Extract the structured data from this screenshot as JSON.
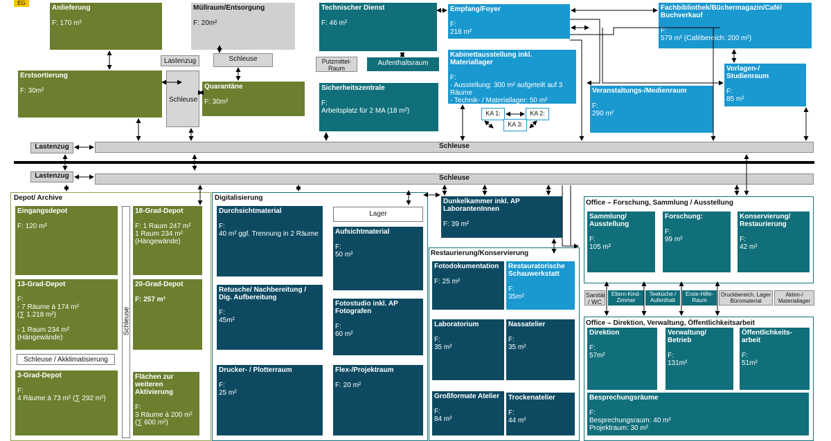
{
  "floor_label": "EG",
  "rooms": {
    "anlieferung": {
      "title": "Anlieferung",
      "text": "F: 170 m²"
    },
    "muellraum": {
      "title": "Müllraum/Entsorgung",
      "text": "F: 20m²"
    },
    "lastenzug_top": {
      "title": "Lastenzug"
    },
    "schleuse_top": {
      "title": "Schleuse"
    },
    "erstsortierung": {
      "title": "Erstsortierung",
      "text": "F: 30m²"
    },
    "schleuse_mid": {
      "title": "Schleuse"
    },
    "quarantaene": {
      "title": "Quarantäne",
      "text": "F: 30m²"
    },
    "technischer_dienst": {
      "title": "Technischer Dienst",
      "text": "F: 46 m²"
    },
    "putzmittel": {
      "title": "Putzmittel-\nRaum"
    },
    "aufenthaltsraum": {
      "title": "Aufenthaltsraum"
    },
    "sicherheitszentrale": {
      "title": "Sicherheitszentrale",
      "text": "F:\nArbeitsplatz für 2 MA (18 m²)"
    },
    "empfang": {
      "title": "Empfang/Foyer",
      "text": "F:\n218 m²"
    },
    "kabinett": {
      "title": "Kabinettausstellung inkl. Materiallager",
      "text": "F:\n- Ausstellung: 300 m² aufgeteilt auf 3 Räume\n- Technik- / Materiallager: 50 m²"
    },
    "ka1": {
      "title": "KA 1:"
    },
    "ka2": {
      "title": "KA 2:"
    },
    "ka3": {
      "title": "KA 3:"
    },
    "fachbibliothek": {
      "title": "Fachbibliothek/Büchermagazin/Café/ Buchverkauf",
      "text": "F:\n579 m² (Cafébereich: 200 m²)"
    },
    "veranstaltung": {
      "title": "Veranstaltungs-/Medienraum",
      "text": "F:\n290 m²"
    },
    "vorlagen": {
      "title": "Vorlagen-/ Studienraum",
      "text": "F:\n85 m²"
    },
    "lastenzug_1": {
      "title": "Lastenzug"
    },
    "schleuse_bar_1": {
      "title": "Schleuse"
    },
    "lastenzug_2": {
      "title": "Lastenzug"
    },
    "schleuse_bar_2": {
      "title": "Schleuse"
    },
    "depot_frame": {
      "title": "Depot/ Archive"
    },
    "eingangsdepot": {
      "title": "Eingangsdepot",
      "text": "F: 120 m²"
    },
    "depot18": {
      "title": "18-Grad-Depot",
      "text": "F: 1 Raum 247 m²\n    1 Raum 234 m²\n(Hängewände)"
    },
    "depot13": {
      "title": "13-Grad-Depot",
      "text": "F:\n- 7 Räume á 174 m²\n(∑ 1.218 m²)\n\n- 1 Raum 234 m²\n(Hängewände)"
    },
    "depot20": {
      "title": "20-Grad-Depot",
      "text": "F: 257 m²"
    },
    "schleuse_akklim": {
      "title": "Schleuse / Akklimatisierung"
    },
    "schleuse_vert": {
      "title": "Schleuse"
    },
    "depot3": {
      "title": "3-Grad-Depot",
      "text": "F:\n4 Räume á 73 m² (∑ 292 m²)"
    },
    "flaechen": {
      "title": "Flächen zur weiteren Aktivierung",
      "text": "F:\n3 Räume á 200 m²\n(∑ 600 m²)"
    },
    "digital_frame": {
      "title": "Digitalisierung"
    },
    "durchsicht": {
      "title": "Durchsichtmaterial",
      "text": "F:\n40 m² ggf. Trennung in 2 Räume"
    },
    "lager": {
      "title": "Lager"
    },
    "aufsicht": {
      "title": "Aufsichtmaterial",
      "text": "F:\n50 m²"
    },
    "retusche": {
      "title": "Retusche/ Nachbereitung / Dig. Aufbereitung",
      "text": "F:\n45m²"
    },
    "fotostudio": {
      "title": "Fotostudio inkl. AP Fotografen",
      "text": "F:\n60 m²"
    },
    "drucker": {
      "title": "Drucker- / Plotterraum",
      "text": "F:\n25 m²"
    },
    "flex": {
      "title": "Flex-/Projektraum",
      "text": "F: 20 m²"
    },
    "dunkelkammer": {
      "title": "Dunkelkammer inkl. AP LaborantenInnen",
      "text": "F: 39 m²"
    },
    "restaurierung_frame": {
      "title": "Restaurierung/Konservierung"
    },
    "fotodoku": {
      "title": "Fotodokumentation",
      "text": "F: 25 m²"
    },
    "schauwerkstatt": {
      "title": "Restauratorische Schauwerkstatt",
      "text": "F:\n35m²"
    },
    "laboratorium": {
      "title": "Laboratorium",
      "text": "F:\n35 m²"
    },
    "nassatelier": {
      "title": "Nassatelier",
      "text": "F:\n35 m²"
    },
    "grossformate": {
      "title": "Großformate Atelier",
      "text": "F:\n84 m²"
    },
    "trockenatelier": {
      "title": "Trockenatelier",
      "text": "F:\n44 m²"
    },
    "office1_frame": {
      "title": "Office – Forschung, Sammlung / Ausstellung"
    },
    "sammlung": {
      "title": "Sammlung/ Ausstellung",
      "text": "F:\n105 m²"
    },
    "forschung": {
      "title": "Forschung:",
      "text": "F:\n99 m²"
    },
    "konservierung": {
      "title": "Konservierung/ Restaurierung",
      "text": "F:\n42 m²"
    },
    "sanitaer": {
      "title": "Sanitär / WC"
    },
    "eltern": {
      "title": "Eltern-Kind-Zimmer"
    },
    "teekueche": {
      "title": "Teeküche / Aufenthalt"
    },
    "ersthilfe": {
      "title": "Erste-Hilfe-Raum"
    },
    "druckbereich": {
      "title": "Druckbereich, Lager Büromaterial"
    },
    "akten": {
      "title": "Akten-/ Materiallager"
    },
    "office2_frame": {
      "title": "Office – Direktion, Verwaltung, Öffentlichkeitsarbeit"
    },
    "direktion": {
      "title": "Direktion",
      "text": "F:\n57m²"
    },
    "verwaltung": {
      "title": "Verwaltung/ Betrieb",
      "text": "F:\n131m²"
    },
    "oeffentlichkeit": {
      "title": "Öffentlichkeits-arbeit",
      "text": "F:\n51m²"
    },
    "besprechung": {
      "title": "Besprechungsräume",
      "text": "F:\nBesprechungsraum:  40 m²\nProjektraum:  30 m²"
    }
  },
  "colors": {
    "olive": "#6b7f2e",
    "grey": "#d0d0d0",
    "teal": "#106f7a",
    "navy": "#0d4a62",
    "lightblue": "#1a98d0",
    "badge": "#f5c400"
  }
}
